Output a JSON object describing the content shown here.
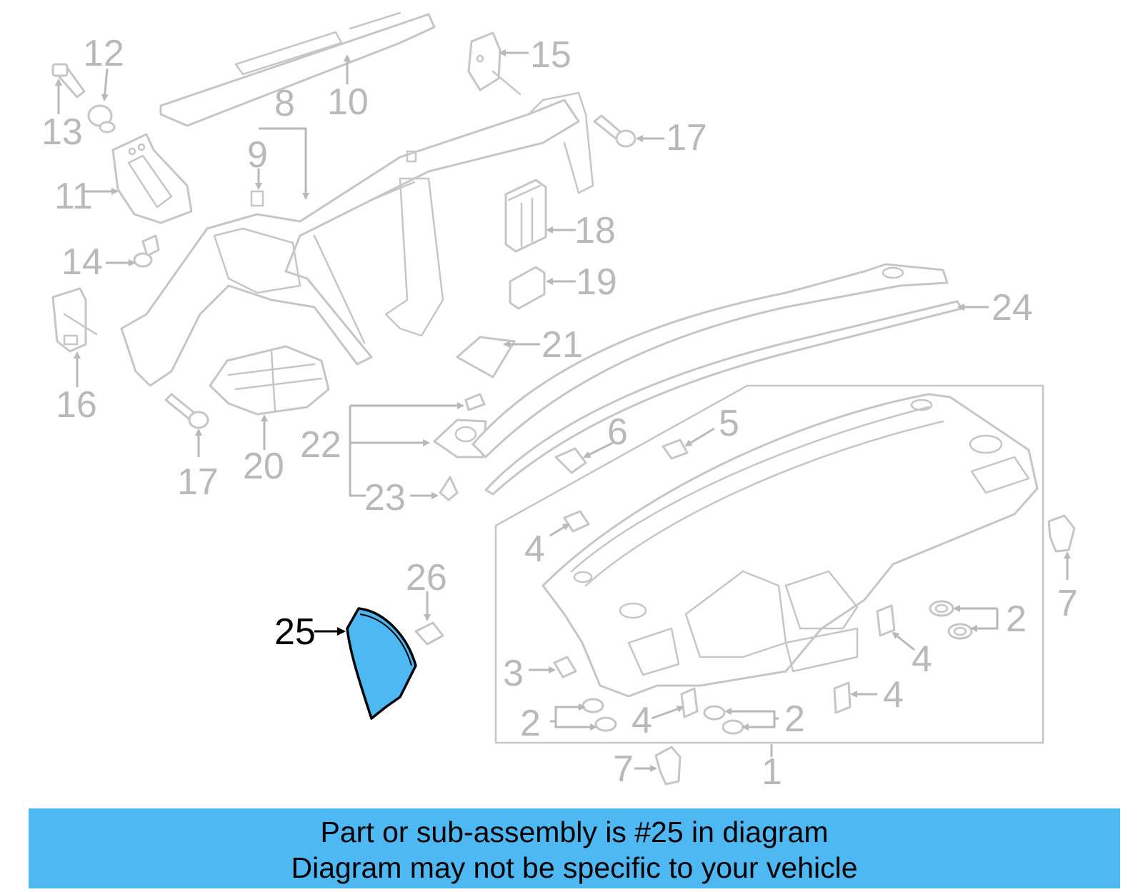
{
  "diagram": {
    "callouts": {
      "c1": "1",
      "c2a": "2",
      "c2b": "2",
      "c2c": "2",
      "c3": "3",
      "c4a": "4",
      "c4b": "4",
      "c4c": "4",
      "c4d": "4",
      "c5": "5",
      "c6": "6",
      "c7a": "7",
      "c7b": "7",
      "c8": "8",
      "c9": "9",
      "c10": "10",
      "c11": "11",
      "c12": "12",
      "c13": "13",
      "c14": "14",
      "c15": "15",
      "c16": "16",
      "c17a": "17",
      "c17b": "17",
      "c18": "18",
      "c19": "19",
      "c20": "20",
      "c21": "21",
      "c22": "22",
      "c23": "23",
      "c24": "24",
      "c25": "25",
      "c26": "26"
    },
    "highlighted_part": "25",
    "colors": {
      "highlight": "#4db8f2",
      "line": "#c6c6c6",
      "label": "#b9b9b9"
    }
  },
  "banner": {
    "line1": "Part or sub-assembly is #25 in diagram",
    "line2": "Diagram may not be specific to your vehicle"
  }
}
